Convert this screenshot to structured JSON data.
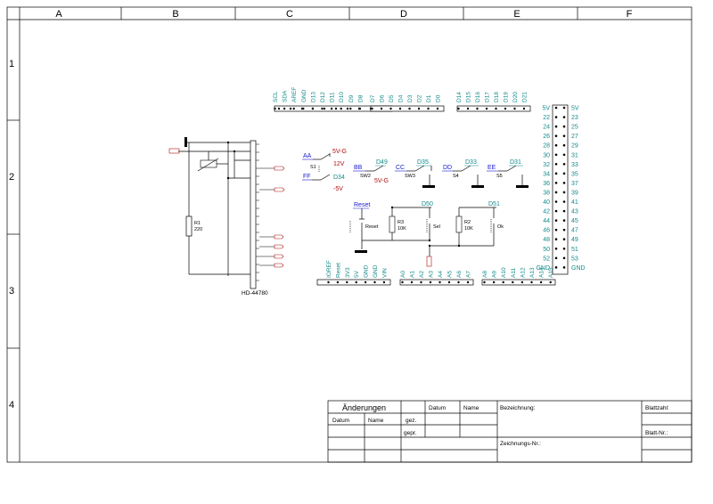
{
  "frame": {
    "columns": [
      "A",
      "B",
      "C",
      "D",
      "E",
      "F"
    ],
    "rows": [
      "1",
      "2",
      "3",
      "4"
    ]
  },
  "header_top": {
    "labels_a": [
      "SCL",
      "SDA",
      "AREF",
      "GND",
      "D13",
      "D12",
      "D11",
      "D10",
      "D9",
      "D8"
    ],
    "labels_b": [
      "D7",
      "D6",
      "D5",
      "D4",
      "D3",
      "D2",
      "D1",
      "D0"
    ],
    "labels_c": [
      "D14",
      "D15",
      "D16",
      "D17",
      "D18",
      "D19",
      "D20",
      "D21"
    ]
  },
  "header_bottom": {
    "labels_power": [
      "IOREF",
      "Reset",
      "3V3",
      "5V",
      "GND",
      "GND",
      "VIN"
    ],
    "labels_analog_a": [
      "A0",
      "A1",
      "A2",
      "A3",
      "A4",
      "A5",
      "A6",
      "A7"
    ],
    "labels_analog_b": [
      "A8",
      "A9",
      "A10",
      "A11",
      "A12",
      "A13",
      "A14",
      "A15"
    ]
  },
  "header_right": {
    "left": [
      "5V",
      "22",
      "24",
      "26",
      "28",
      "30",
      "32",
      "34",
      "36",
      "38",
      "40",
      "42",
      "44",
      "46",
      "48",
      "50",
      "52",
      "GND"
    ],
    "right": [
      "5V",
      "23",
      "25",
      "27",
      "29",
      "31",
      "33",
      "35",
      "37",
      "39",
      "41",
      "43",
      "45",
      "47",
      "49",
      "51",
      "53",
      "GND"
    ]
  },
  "lcd": {
    "name": "HD-44780",
    "r1_label": "R1",
    "r1_value": "220"
  },
  "switches": {
    "s1": {
      "label": "S1",
      "net_a": "AA",
      "net_b": "FF",
      "v1": "5V-G",
      "v2": "12V",
      "d": "D34",
      "v3": "-5V"
    },
    "sw2": {
      "label": "SW2",
      "net": "BB",
      "d": "D49",
      "v": "5V-G"
    },
    "sw3": {
      "label": "SW3",
      "net": "CC",
      "d": "D35"
    },
    "s4": {
      "label": "S4",
      "net": "DD",
      "d": "D33"
    },
    "s5": {
      "label": "S5",
      "net": "EE",
      "d": "D31"
    }
  },
  "buttons": {
    "reset_net": "Reset",
    "reset_label": "Reset",
    "r3_label": "R3",
    "r3_value": "10K",
    "sel_net": "D50",
    "sel_label": "Sel",
    "r2_label": "R2",
    "r2_value": "10K",
    "ok_net": "D51",
    "ok_label": "Ok"
  },
  "title_block": {
    "changes": "Änderungen",
    "datum": "Datum",
    "name": "Name",
    "datum2": "Datum",
    "name2": "Name",
    "gez": "gez.",
    "gepr": "gepr.",
    "bezeichnung": "Bezeichnung:",
    "zeichnungs_nr": "Zeichnungs-Nr.:",
    "blattzahl": "Blattzahl:",
    "blatt_nr": "Blatt-Nr.:"
  }
}
